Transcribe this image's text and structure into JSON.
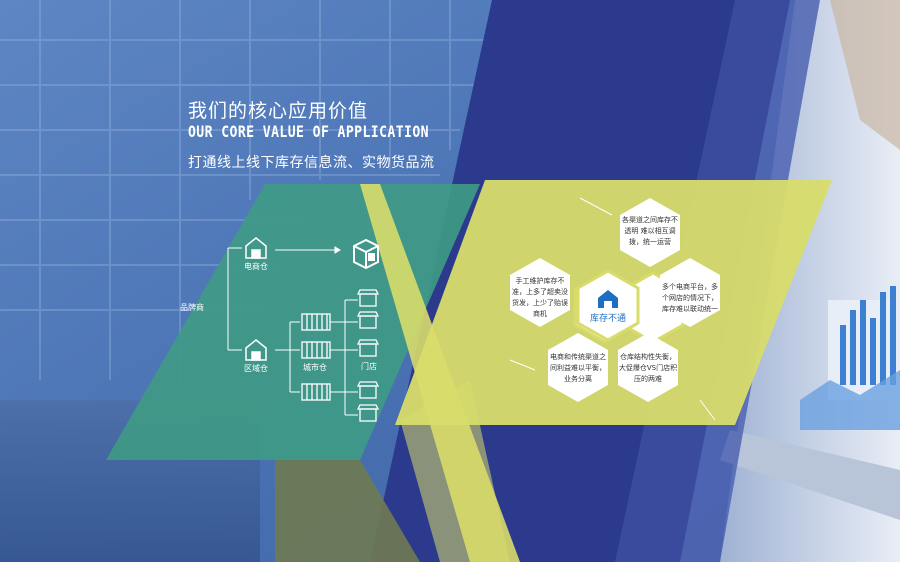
{
  "header": {
    "title_cn": "我们的核心应用价值",
    "title_en": "OUR CORE VALUE OF APPLICATION",
    "subtitle": "打通线上线下库存信息流、实物货品流"
  },
  "flow": {
    "brand": "品牌商",
    "ecommerce_warehouse": "电商仓",
    "regional_warehouse": "区域仓",
    "city_warehouse": "城市仓",
    "store": "门店"
  },
  "hexagons": {
    "center": "库存不通",
    "top": "各渠道之间库存不透明 难以相互调拨，统一运营",
    "left": "手工维护库存不准，上多了超卖没货发，上少了贻误商机",
    "right": "多个电商平台，多个网店的情况下，库存难以联动统一",
    "bottom_left": "电商和传统渠道之间利益难以平衡，业务分离",
    "bottom_right": "仓库结构性失衡，大促爆仓VS门店积压的两难"
  },
  "colors": {
    "navy": "#2b3a8c",
    "green_panel": "#3f9a86",
    "yellow_panel": "#d8dc6a",
    "white": "#ffffff",
    "hex_icon_blue": "#1e6fc4"
  },
  "icons": [
    "warehouse-icon",
    "box-icon",
    "shelf-icon",
    "store-icon",
    "chart-icon"
  ]
}
